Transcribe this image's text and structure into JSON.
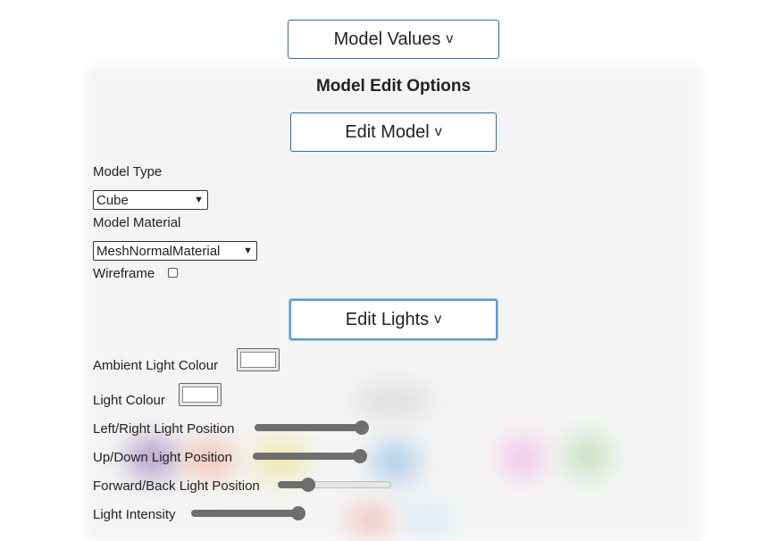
{
  "top": {
    "model_values_label": "Model Values",
    "chevron": "v"
  },
  "section": {
    "title": "Model Edit Options"
  },
  "edit_model": {
    "button_label": "Edit Model",
    "chevron": "v",
    "model_type_label": "Model Type",
    "model_type_value": "Cube",
    "model_material_label": "Model Material",
    "model_material_value": "MeshNormalMaterial",
    "wireframe_label": "Wireframe",
    "wireframe_checked": false
  },
  "edit_lights": {
    "button_label": "Edit Lights",
    "chevron": "v",
    "ambient_label": "Ambient Light Colour",
    "ambient_color": "#ffffff",
    "light_colour_label": "Light Colour",
    "light_color": "#ffffff",
    "sliders": [
      {
        "label": "Left/Right Light Position",
        "value": 1.0
      },
      {
        "label": "Up/Down Light Position",
        "value": 1.0
      },
      {
        "label": "Forward/Back Light Position",
        "value": 0.27
      },
      {
        "label": "Light Intensity",
        "value": 1.0
      }
    ]
  },
  "colors": {
    "button_border": "#2b6cb0",
    "focus_ring": "#5b9bd5",
    "slider": "#6e6e6e"
  }
}
